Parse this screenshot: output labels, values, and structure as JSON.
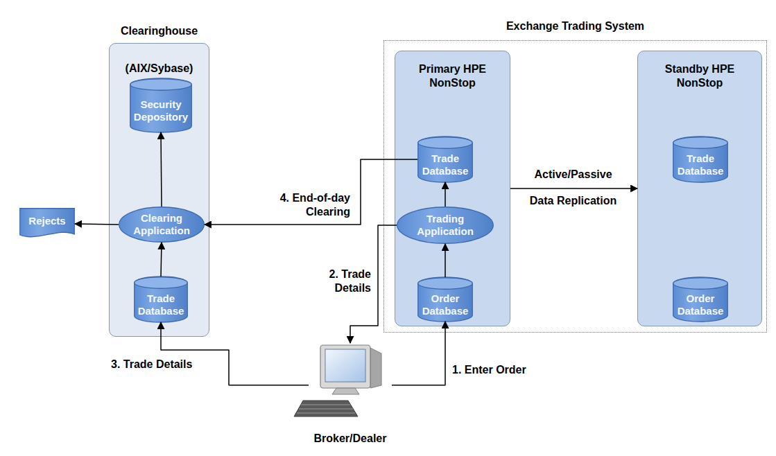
{
  "diagram": {
    "nodes": [
      {
        "text": [
          "Clearinghouse",
          "(AIX/Sybase)"
        ]
      },
      {
        "text": [
          "Security Depository"
        ],
        "in": 0
      },
      {
        "text": [
          "Clearing Application"
        ],
        "in": 0
      },
      {
        "text": [
          "Trade Database"
        ],
        "in": 0
      },
      {
        "text": [
          "Exchange Trading System"
        ]
      },
      {
        "text": [
          "Primary HPE NonStop"
        ],
        "in": 4
      },
      {
        "text": [
          "Trade Database"
        ],
        "in": 5
      },
      {
        "text": [
          "Trading Application"
        ],
        "in": 5
      },
      {
        "text": [
          "Order Database"
        ],
        "in": 5
      },
      {
        "text": [
          "Standby HPE NonStop"
        ],
        "in": 4
      },
      {
        "text": [
          "Trade Database"
        ],
        "in": 9
      },
      {
        "text": [
          "Order Database"
        ],
        "in": 9
      },
      {
        "text": [
          "Rejects"
        ]
      },
      {
        "text": [
          "Broker/Dealer"
        ]
      }
    ],
    "edges": [
      {
        "from": 13,
        "to": 8,
        "arrow": "to",
        "label": "1. Enter Order"
      },
      {
        "from": 8,
        "to": 7,
        "arrow": "to"
      },
      {
        "from": 7,
        "to": 6,
        "arrow": "to"
      },
      {
        "from": 7,
        "to": 13,
        "arrow": "to",
        "label": "2. Trade Details"
      },
      {
        "from": 13,
        "to": 3,
        "arrow": "to",
        "label": "3. Trade Details"
      },
      {
        "from": 6,
        "to": 2,
        "arrow": "to",
        "label": "4. End-of-day Clearing"
      },
      {
        "from": 3,
        "to": 2,
        "arrow": "to"
      },
      {
        "from": 2,
        "to": 1,
        "arrow": "to"
      },
      {
        "from": 2,
        "to": 12,
        "arrow": "to"
      },
      {
        "from": 5,
        "to": 9,
        "arrow": "to",
        "label": "Active/Passive Data Replication"
      }
    ]
  }
}
